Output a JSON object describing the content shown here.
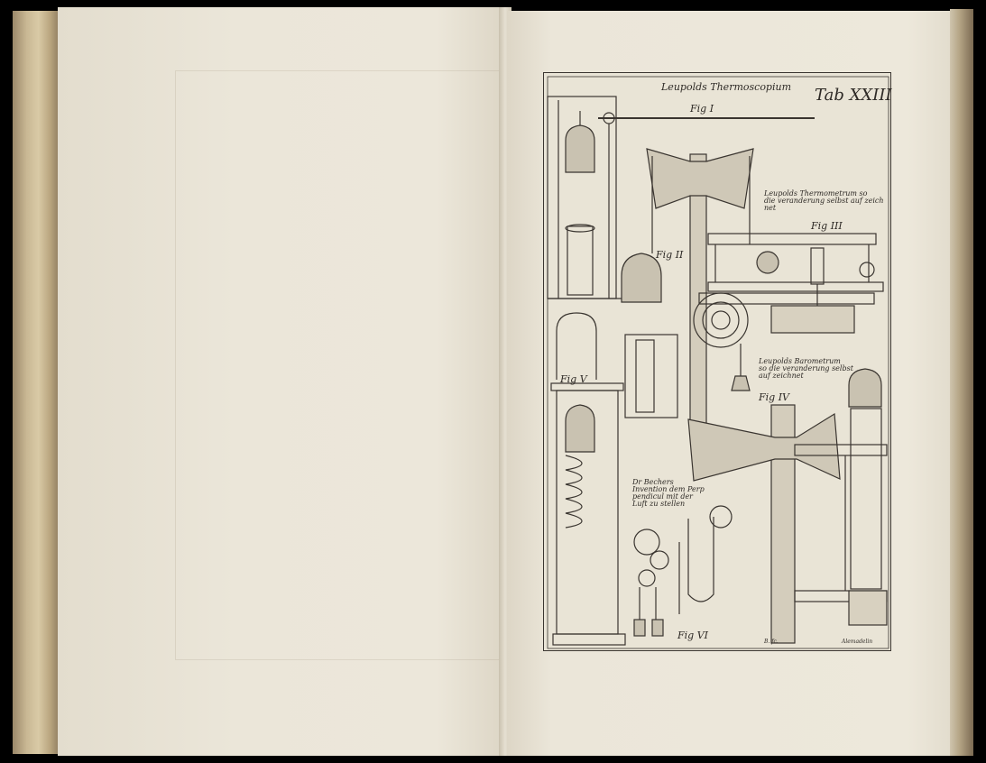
{
  "plate": {
    "title": "Leupolds Thermoscopium",
    "tab": "Tab XXIII",
    "fig1": "Fig I",
    "fig2": "Fig II",
    "fig3": "Fig III",
    "fig4": "Fig IV",
    "fig5": "Fig V",
    "fig6": "Fig VI",
    "thermometrum_caption": [
      "Leupolds Thermometrum so",
      "die veranderung selbst auf zeich",
      "net"
    ],
    "barometrum_caption": [
      "Leupolds Barometrum",
      "so die veranderung selbst",
      "auf zeichnet"
    ],
    "becher_caption": [
      "Dr Bechers",
      "Invention dem Perp",
      "pendicul mit der",
      "Luft zu stellen"
    ],
    "signature_left": "B. fc.",
    "signature_right": "Alemadelin"
  },
  "colors": {
    "ink": "#3a3530",
    "paper": "#ede8db"
  }
}
